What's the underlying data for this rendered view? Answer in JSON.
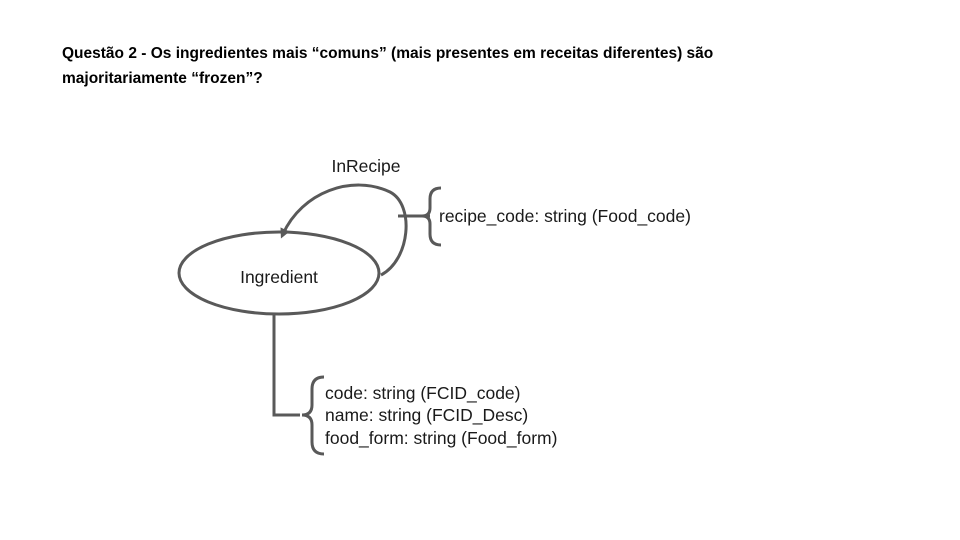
{
  "title": {
    "line1": "Questão 2 - Os ingredientes mais “comuns” (mais presentes em receitas diferentes) são",
    "line2": "majoritariamente “frozen”?"
  },
  "diagram": {
    "node": {
      "label": "Ingredient"
    },
    "self_relation": {
      "label": "InRecipe",
      "properties": [
        "recipe_code: string (Food_code)"
      ]
    },
    "node_properties": [
      "code: string (FCID_code)",
      "name: string (FCID_Desc)",
      "food_form: string (Food_form)"
    ],
    "colors": {
      "stroke": "#595959",
      "text": "#1a1a1a"
    }
  }
}
